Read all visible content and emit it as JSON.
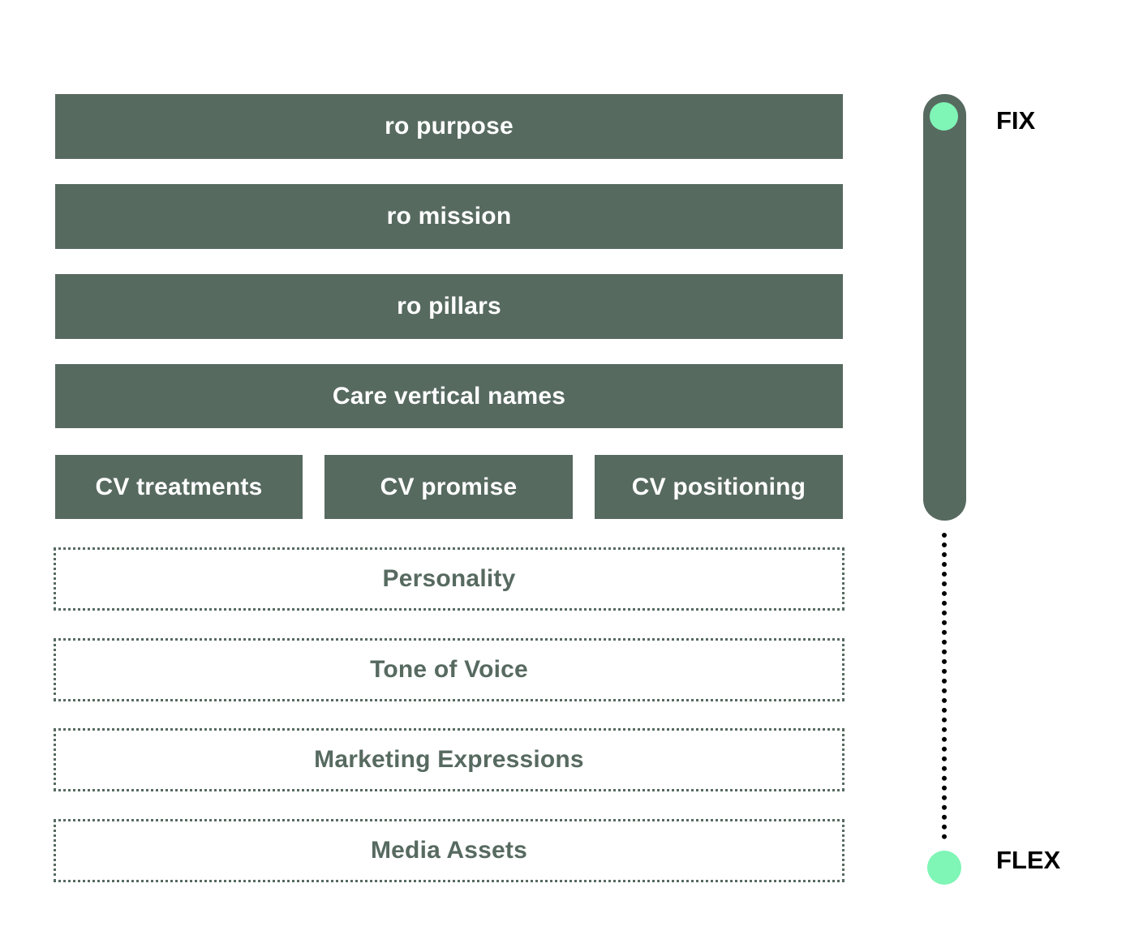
{
  "layers": {
    "fixed": [
      "ro purpose",
      "ro mission",
      "ro pillars",
      "Care vertical names"
    ],
    "cv_row": [
      "CV treatments",
      "CV promise",
      "CV positioning"
    ],
    "flexible": [
      "Personality",
      "Tone of Voice",
      "Marketing Expressions",
      "Media Assets"
    ]
  },
  "scale": {
    "top_label": "FIX",
    "bottom_label": "FLEX"
  },
  "colors": {
    "block_fill": "#576a60",
    "accent_dot": "#7ff5b6"
  }
}
